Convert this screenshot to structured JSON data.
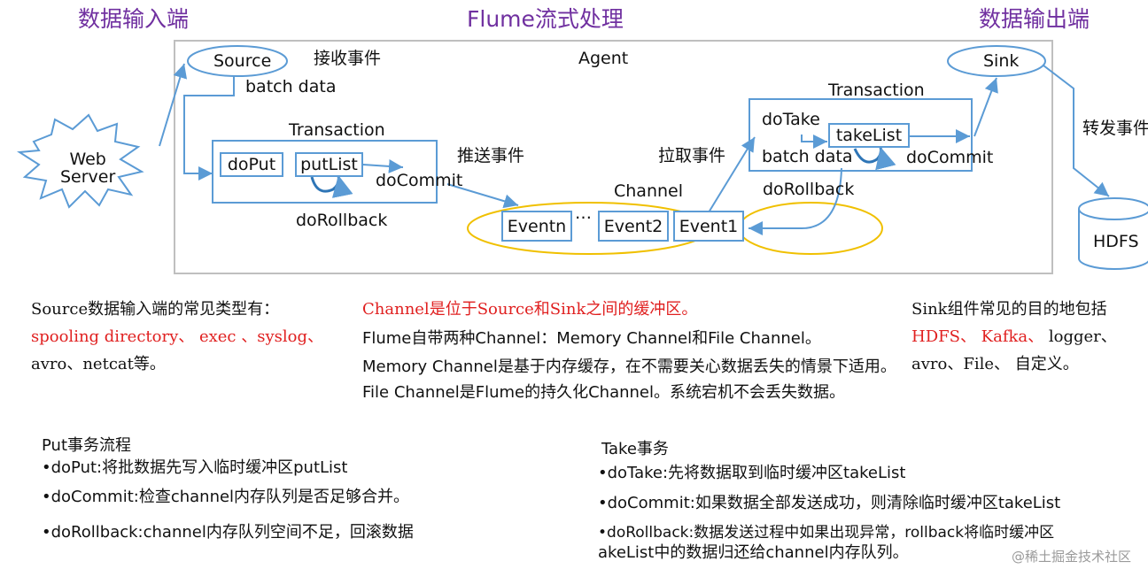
{
  "headers": {
    "left": "数据输入端",
    "center": "Flume流式处理",
    "right": "数据输出端"
  },
  "diagram": {
    "web_server": [
      "Web",
      "Server"
    ],
    "source": "Source",
    "receive_event": "接收事件",
    "agent": "Agent",
    "sink": "Sink",
    "batch_data_put": "batch data",
    "put_transaction": "Transaction",
    "doPut": "doPut",
    "putList": "putList",
    "doCommit_put": "doCommit",
    "doRollback_put": "doRollback",
    "push_event": "推送事件",
    "channel": "Channel",
    "eventn": "Eventn",
    "ellipsis": "…",
    "event2": "Event2",
    "event1": "Event1",
    "pull_event": "拉取事件",
    "take_transaction": "Transaction",
    "doTake": "doTake",
    "takeList": "takeList",
    "batch_data_take": "batch data",
    "doCommit_take": "doCommit",
    "doRollback_take": "doRollback",
    "forward_event": "转发事件",
    "hdfs": "HDFS"
  },
  "source_note": {
    "line1": "Source数据输入端的常见类型有：",
    "line2": "spooling directory、 exec 、syslog、",
    "line3": "avro、netcat等。"
  },
  "channel_note": {
    "line1": "Channel是位于Source和Sink之间的缓冲区。",
    "line2": "Flume自带两种Channel：Memory Channel和File Channel。",
    "line3": "Memory Channel是基于内存缓存，在不需要关心数据丢失的情景下适用。",
    "line4": "File Channel是Flume的持久化Channel。系统宕机不会丢失数据。"
  },
  "sink_note": {
    "line1": "Sink组件常见的目的地包括",
    "line2_red": "HDFS、 Kafka、",
    "line2_black": "logger、",
    "line3": "avro、File、 自定义。"
  },
  "put_note": {
    "title": "Put事务流程",
    "item1": "•doPut:将批数据先写入临时缓冲区putList",
    "item2": "•doCommit:检查channel内存队列是否足够合并。",
    "item3": "•doRollback:channel内存队列空间不足，回滚数据"
  },
  "take_note": {
    "title": "Take事务",
    "item1": "•doTake:先将数据取到临时缓冲区takeList",
    "item2": "•doCommit:如果数据全部发送成功，则清除临时缓冲区takeList",
    "item3": "•doRollback:数据发送过程中如果出现异常，rollback将临时缓冲区",
    "item4": "akeList中的数据归还给channel内存队列。"
  },
  "watermark": "@稀土掘金技术社区",
  "colors": {
    "header": "#7030A0",
    "line": "#5b9bd5",
    "channel": "#f0c000",
    "red_text": "#e02020"
  }
}
